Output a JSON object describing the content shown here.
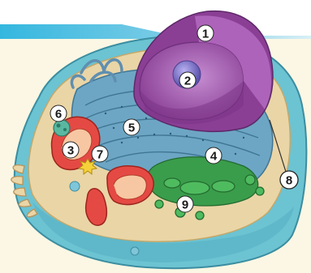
{
  "diagram": {
    "subject": "animal-cell",
    "colors": {
      "banner": "#2aa7cf",
      "page_background": "#fbf7e4",
      "membrane": "#6cc3d2",
      "cytoplasm": "#ead5a6",
      "nucleus": "#9a4fa3",
      "nucleolus": "#7a6fc4",
      "endoplasmic_reticulum": "#5f95b4",
      "golgi": "#3a9d4b",
      "mitochondria": "#e44a43",
      "badge_fill": "#ffffff",
      "badge_stroke": "#222222"
    },
    "labels": [
      {
        "number": "1"
      },
      {
        "number": "2"
      },
      {
        "number": "3"
      },
      {
        "number": "4"
      },
      {
        "number": "5"
      },
      {
        "number": "6"
      },
      {
        "number": "7"
      },
      {
        "number": "8"
      },
      {
        "number": "9"
      }
    ]
  }
}
